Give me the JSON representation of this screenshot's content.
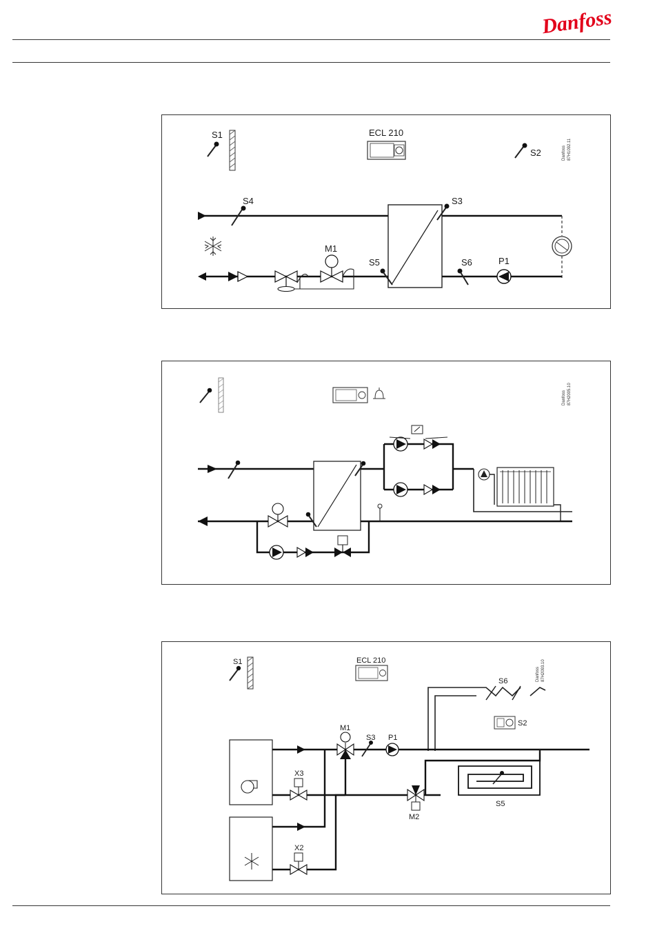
{
  "header": {
    "brand": "Danfoss"
  },
  "diagram1": {
    "sensors": [
      "S1",
      "S2",
      "S3",
      "S4",
      "S5",
      "S6"
    ],
    "controller": "ECL 210",
    "motor": "M1",
    "pump": "P1",
    "drawing_code": [
      "Danfoss",
      "87H1092.11"
    ]
  },
  "diagram2": {
    "drawing_code": [
      "Danfoss",
      "87H2005.10"
    ]
  },
  "diagram3": {
    "sensors": [
      "S1",
      "S2",
      "S3",
      "S5",
      "S6"
    ],
    "controller": "ECL 210",
    "motors": [
      "M1",
      "M2"
    ],
    "pump": "P1",
    "extras": [
      "X2",
      "X3"
    ],
    "drawing_code": [
      "Danfoss",
      "87H2093.10"
    ]
  },
  "colors": {
    "brand_red": "#e2001a",
    "line": "#111111"
  }
}
